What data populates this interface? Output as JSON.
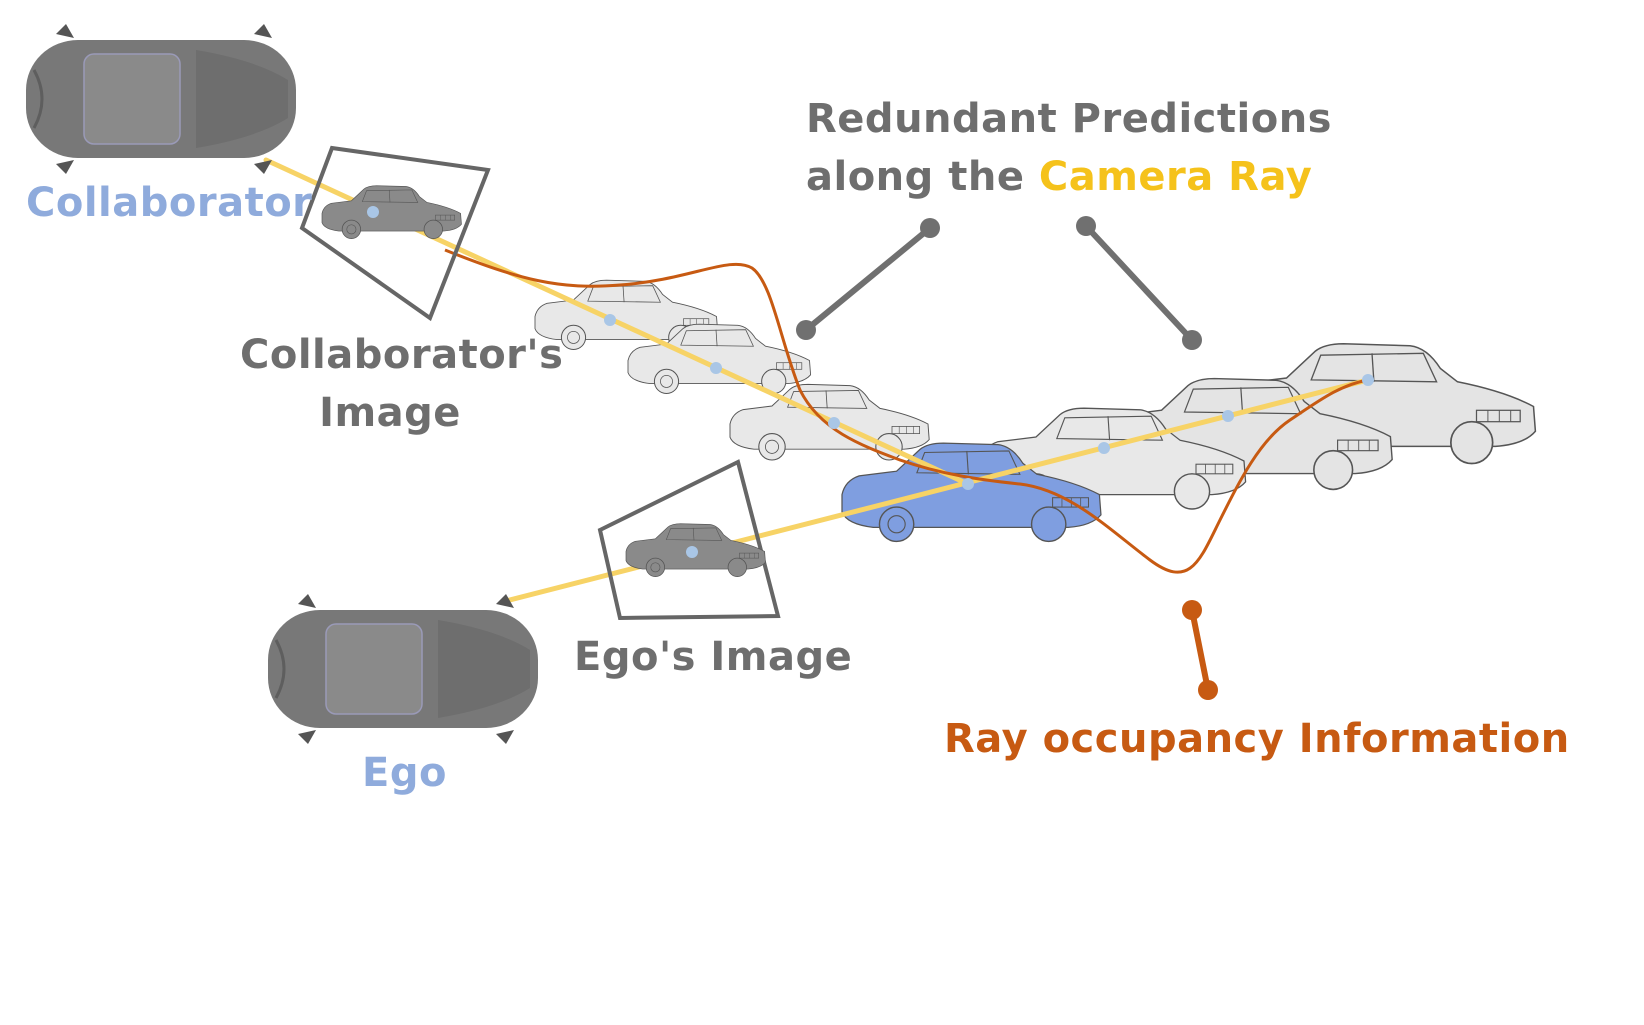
{
  "labels": {
    "collaborator": "Collaborator",
    "collaborator_image_line1": "Collaborator's",
    "collaborator_image_line2": "Image",
    "ego": "Ego",
    "ego_image": "Ego's Image",
    "redundant_line1": "Redundant Predictions",
    "redundant_line2_prefix": "along the ",
    "redundant_line2_highlight": "Camera Ray",
    "ray_occupancy": "Ray occupancy Information"
  },
  "colors": {
    "gray_text": "#6e6e6e",
    "blue_text": "#8fabdc",
    "orange": "#c75a12",
    "camera_ray": "#f7d366",
    "target_car": "#7f9ee0",
    "ghost_car": "#e6e6e6",
    "dark_car": "#7a7a7a",
    "frame": "#666666",
    "ray_dot": "#a9c6e6"
  },
  "icons": {
    "collaborator_vehicle": "car-top-view-icon",
    "ego_vehicle": "car-top-view-icon",
    "detected_car": "car-side-view-icon"
  }
}
